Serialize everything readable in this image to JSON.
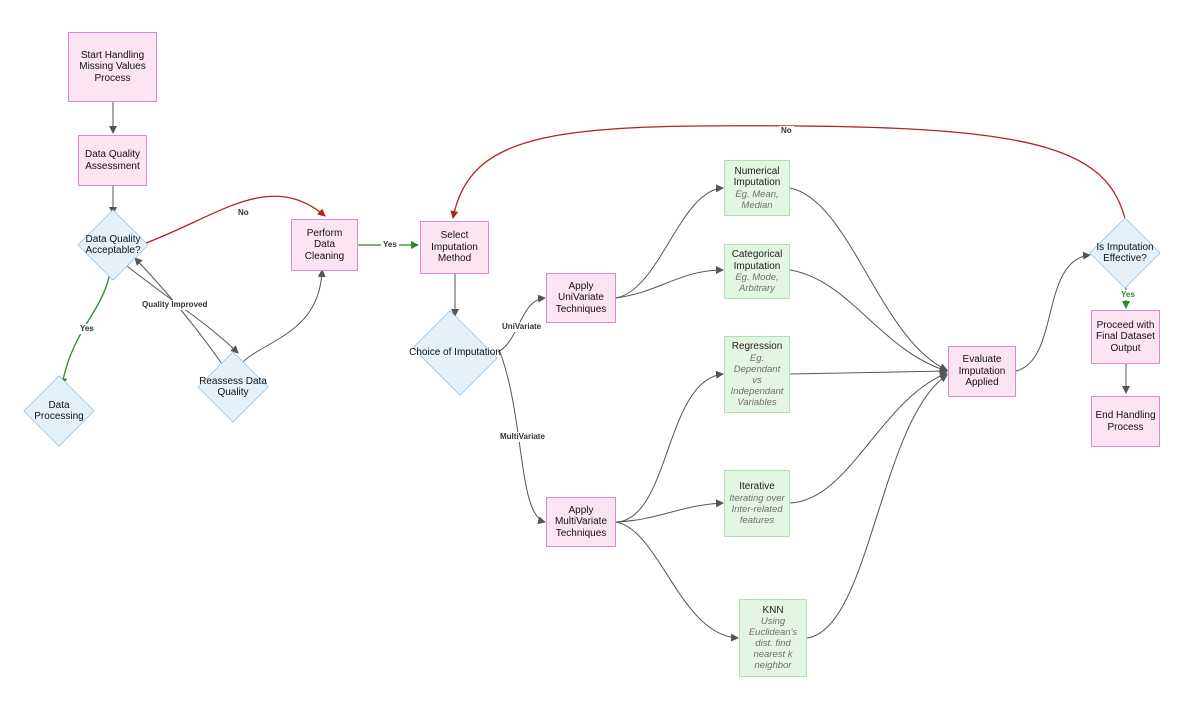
{
  "nodes": {
    "start": "Start Handling Missing Values Process",
    "assess": "Data Quality Assessment",
    "acceptable": "Data Quality Acceptable?",
    "processing": "Data Processing",
    "reassess": "Reassess Data Quality",
    "cleaning": "Perform Data Cleaning",
    "select": "Select Imputation Method",
    "choice": "Choice of Imputation",
    "univariate": "Apply UniVariate Techniques",
    "multivariate": "Apply MultiVariate Techniques",
    "numerical": {
      "title": "Numerical Imputation",
      "desc": "Eg. Mean, Median"
    },
    "categorical": {
      "title": "Categorical Imputation",
      "desc": "Eg. Mode, Arbitrary"
    },
    "regression": {
      "title": "Regression",
      "desc": "Eg. Dependant vs Independant Variables"
    },
    "iterative": {
      "title": "Iterative",
      "desc": "Iterating over Inter-related features"
    },
    "knn": {
      "title": "KNN",
      "desc": "Using Euclidean's dist. find nearest k neighbor"
    },
    "evaluate": "Evaluate Imputation Applied",
    "effective": "Is Imputation Effective?",
    "proceed": "Proceed with Final Dataset Output",
    "end": "End Handling Process"
  },
  "edge_labels": {
    "no_to_cleaning": "No",
    "yes_to_processing": "Yes",
    "quality_improved": "Quality Improved",
    "yes_to_select": "Yes",
    "univariate": "UniVariate",
    "multivariate": "MultiVariate",
    "no_loop": "No",
    "yes_to_proceed": "Yes"
  },
  "colors": {
    "process_fill": "#fce4f3",
    "process_border": "#d98ad0",
    "decision_fill": "#e4f1fb",
    "decision_border": "#8fbfe0",
    "technique_fill": "#e3f5e3",
    "technique_border": "#b5deb5",
    "no_edge": "#b22222",
    "yes_edge": "#2e8b2e",
    "default_edge": "#555555"
  }
}
